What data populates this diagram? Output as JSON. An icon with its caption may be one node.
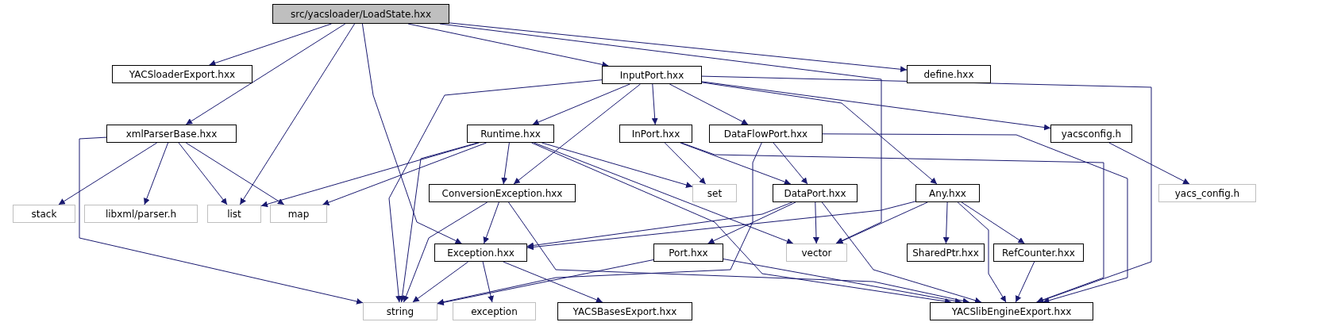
{
  "diagram": {
    "nodes": [
      {
        "text": [
          "src/yacsloader/LoadState.hxx"
        ]
      },
      {
        "text": [
          "YACSloaderExport.hxx"
        ]
      },
      {
        "text": [
          "define.hxx"
        ]
      },
      {
        "text": [
          "InputPort.hxx"
        ]
      },
      {
        "text": [
          "xmlParserBase.hxx"
        ]
      },
      {
        "text": [
          "Runtime.hxx"
        ]
      },
      {
        "text": [
          "InPort.hxx"
        ]
      },
      {
        "text": [
          "DataFlowPort.hxx"
        ]
      },
      {
        "text": [
          "yacsconfig.h"
        ]
      },
      {
        "text": [
          "stack"
        ]
      },
      {
        "text": [
          "libxml/parser.h"
        ]
      },
      {
        "text": [
          "list"
        ]
      },
      {
        "text": [
          "map"
        ]
      },
      {
        "text": [
          "set"
        ]
      },
      {
        "text": [
          "ConversionException.hxx"
        ]
      },
      {
        "text": [
          "DataPort.hxx"
        ]
      },
      {
        "text": [
          "Any.hxx"
        ]
      },
      {
        "text": [
          "yacs_config.h"
        ]
      },
      {
        "text": [
          "vector"
        ]
      },
      {
        "text": [
          "Exception.hxx"
        ]
      },
      {
        "text": [
          "Port.hxx"
        ]
      },
      {
        "text": [
          "SharedPtr.hxx"
        ]
      },
      {
        "text": [
          "RefCounter.hxx"
        ]
      },
      {
        "text": [
          "string"
        ]
      },
      {
        "text": [
          "exception"
        ]
      },
      {
        "text": [
          "YACSBasesExport.hxx"
        ]
      },
      {
        "text": [
          "YACSlibEngineExport.hxx"
        ]
      }
    ],
    "edges": [
      {
        "from": 0,
        "to": 1,
        "arrow": "to"
      },
      {
        "from": 0,
        "to": 2,
        "arrow": "to"
      },
      {
        "from": 0,
        "to": 3,
        "arrow": "to"
      },
      {
        "from": 0,
        "to": 4,
        "arrow": "to"
      },
      {
        "from": 0,
        "to": 11,
        "arrow": "to"
      },
      {
        "from": 0,
        "to": 19,
        "arrow": "to"
      },
      {
        "from": 0,
        "to": 18,
        "arrow": "to"
      },
      {
        "from": 3,
        "to": 23,
        "arrow": "to"
      },
      {
        "from": 3,
        "to": 5,
        "arrow": "to"
      },
      {
        "from": 3,
        "to": 14,
        "arrow": "to"
      },
      {
        "from": 3,
        "to": 6,
        "arrow": "to"
      },
      {
        "from": 3,
        "to": 7,
        "arrow": "to"
      },
      {
        "from": 3,
        "to": 8,
        "arrow": "to"
      },
      {
        "from": 3,
        "to": 16,
        "arrow": "to"
      },
      {
        "from": 3,
        "to": 26,
        "arrow": "to"
      },
      {
        "from": 4,
        "to": 23,
        "arrow": "to"
      },
      {
        "from": 4,
        "to": 9,
        "arrow": "to"
      },
      {
        "from": 4,
        "to": 10,
        "arrow": "to"
      },
      {
        "from": 4,
        "to": 11,
        "arrow": "to"
      },
      {
        "from": 4,
        "to": 12,
        "arrow": "to"
      },
      {
        "from": 5,
        "to": 11,
        "arrow": "to"
      },
      {
        "from": 5,
        "to": 12,
        "arrow": "to"
      },
      {
        "from": 5,
        "to": 23,
        "arrow": "to"
      },
      {
        "from": 5,
        "to": 14,
        "arrow": "to"
      },
      {
        "from": 5,
        "to": 13,
        "arrow": "to"
      },
      {
        "from": 5,
        "to": 18,
        "arrow": "to"
      },
      {
        "from": 5,
        "to": 26,
        "arrow": "to"
      },
      {
        "from": 6,
        "to": 13,
        "arrow": "to"
      },
      {
        "from": 6,
        "to": 15,
        "arrow": "to"
      },
      {
        "from": 6,
        "to": 26,
        "arrow": "to"
      },
      {
        "from": 7,
        "to": 15,
        "arrow": "to"
      },
      {
        "from": 7,
        "to": 23,
        "arrow": "to"
      },
      {
        "from": 7,
        "to": 26,
        "arrow": "to"
      },
      {
        "from": 8,
        "to": 17,
        "arrow": "to"
      },
      {
        "from": 14,
        "to": 23,
        "arrow": "to"
      },
      {
        "from": 14,
        "to": 19,
        "arrow": "to"
      },
      {
        "from": 14,
        "to": 26,
        "arrow": "to"
      },
      {
        "from": 15,
        "to": 19,
        "arrow": "to"
      },
      {
        "from": 15,
        "to": 18,
        "arrow": "to"
      },
      {
        "from": 15,
        "to": 20,
        "arrow": "to"
      },
      {
        "from": 15,
        "to": 26,
        "arrow": "to"
      },
      {
        "from": 16,
        "to": 19,
        "arrow": "to"
      },
      {
        "from": 16,
        "to": 18,
        "arrow": "to"
      },
      {
        "from": 16,
        "to": 21,
        "arrow": "to"
      },
      {
        "from": 16,
        "to": 22,
        "arrow": "to"
      },
      {
        "from": 16,
        "to": 26,
        "arrow": "to"
      },
      {
        "from": 19,
        "to": 23,
        "arrow": "to"
      },
      {
        "from": 19,
        "to": 24,
        "arrow": "to"
      },
      {
        "from": 19,
        "to": 25,
        "arrow": "to"
      },
      {
        "from": 20,
        "to": 23,
        "arrow": "to"
      },
      {
        "from": 20,
        "to": 26,
        "arrow": "to"
      },
      {
        "from": 22,
        "to": 26,
        "arrow": "to"
      }
    ]
  }
}
